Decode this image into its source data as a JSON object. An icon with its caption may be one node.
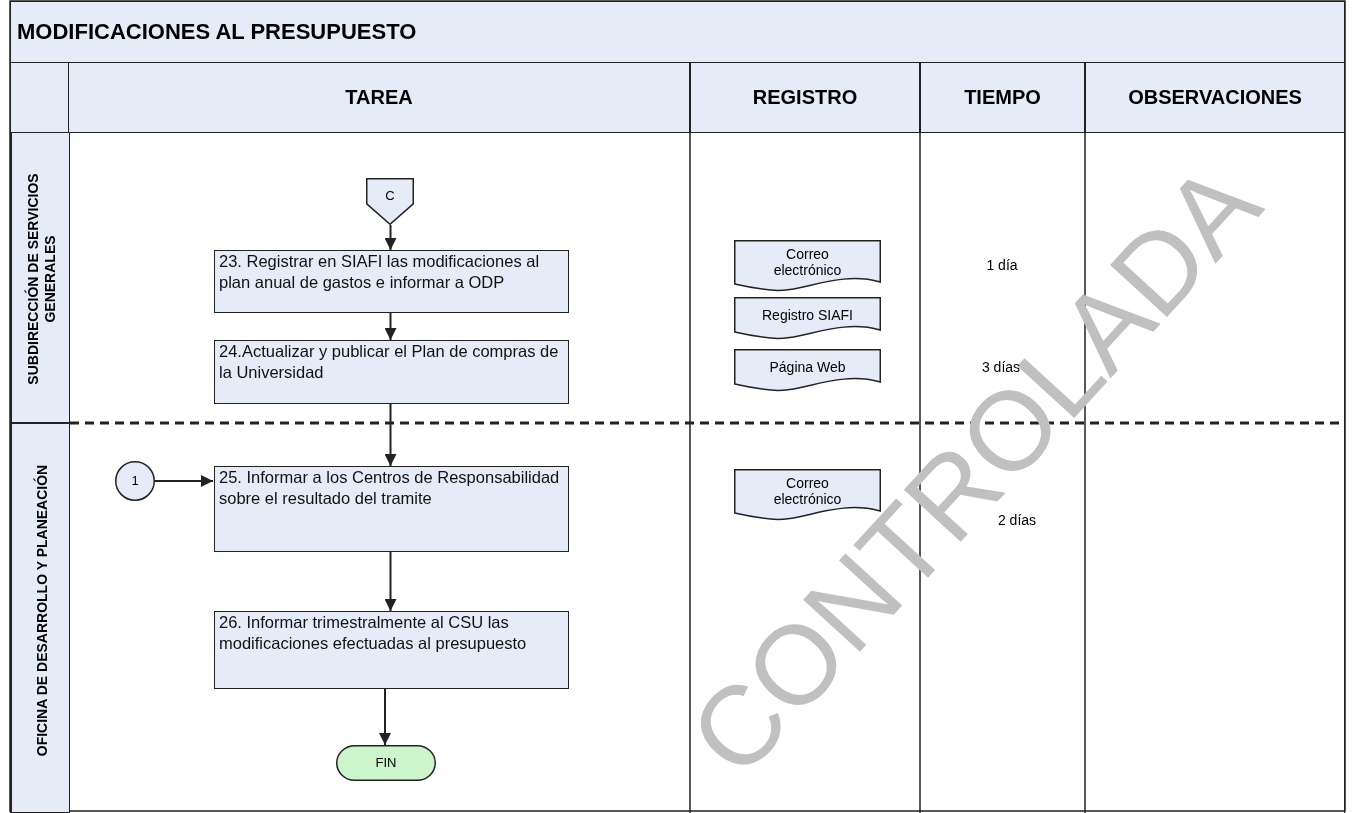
{
  "diagram": {
    "title": "MODIFICACIONES AL PRESUPUESTO",
    "nodes": [
      {
        "text": [
          "SUBDIRECCIÓN DE SERVICIOS GENERALES"
        ]
      },
      {
        "text": [
          "OFICINA DE DESARROLLO Y PLANEACIÓN"
        ]
      },
      {
        "text": [
          "C"
        ],
        "in": 0
      },
      {
        "text": [
          "23. Registrar en SIAFI las modificaciones al plan anual de gastos e informar a ODP"
        ],
        "in": 0
      },
      {
        "text": [
          "24.Actualizar y publicar el Plan de compras de la Universidad"
        ],
        "in": 0
      },
      {
        "text": [
          "Correo electrónico"
        ],
        "in": 0
      },
      {
        "text": [
          "Registro SIAFI"
        ],
        "in": 0
      },
      {
        "text": [
          "Página Web"
        ],
        "in": 0
      },
      {
        "text": [
          "1"
        ],
        "in": 1
      },
      {
        "text": [
          "25. Informar a los Centros de Responsabilidad sobre el resultado del tramite"
        ],
        "in": 1
      },
      {
        "text": [
          "26. Informar trimestralmente al CSU las modificaciones efectuadas al presupuesto"
        ],
        "in": 1
      },
      {
        "text": [
          "FIN"
        ],
        "in": 1
      },
      {
        "text": [
          "Correo electrónico"
        ],
        "in": 1
      }
    ],
    "edges": [
      {
        "from": 2,
        "to": 3,
        "arrow": "to"
      },
      {
        "from": 3,
        "to": 4,
        "arrow": "to"
      },
      {
        "from": 4,
        "to": 9,
        "arrow": "to"
      },
      {
        "from": 8,
        "to": 9,
        "arrow": "to"
      },
      {
        "from": 9,
        "to": 10,
        "arrow": "to"
      },
      {
        "from": 10,
        "to": 11,
        "arrow": "to"
      }
    ],
    "labels": [
      "TAREA",
      "REGISTRO",
      "TIEMPO",
      "OBSERVACIONES",
      "1 día",
      "3 días",
      "2 días",
      "CONTROLADA"
    ]
  }
}
